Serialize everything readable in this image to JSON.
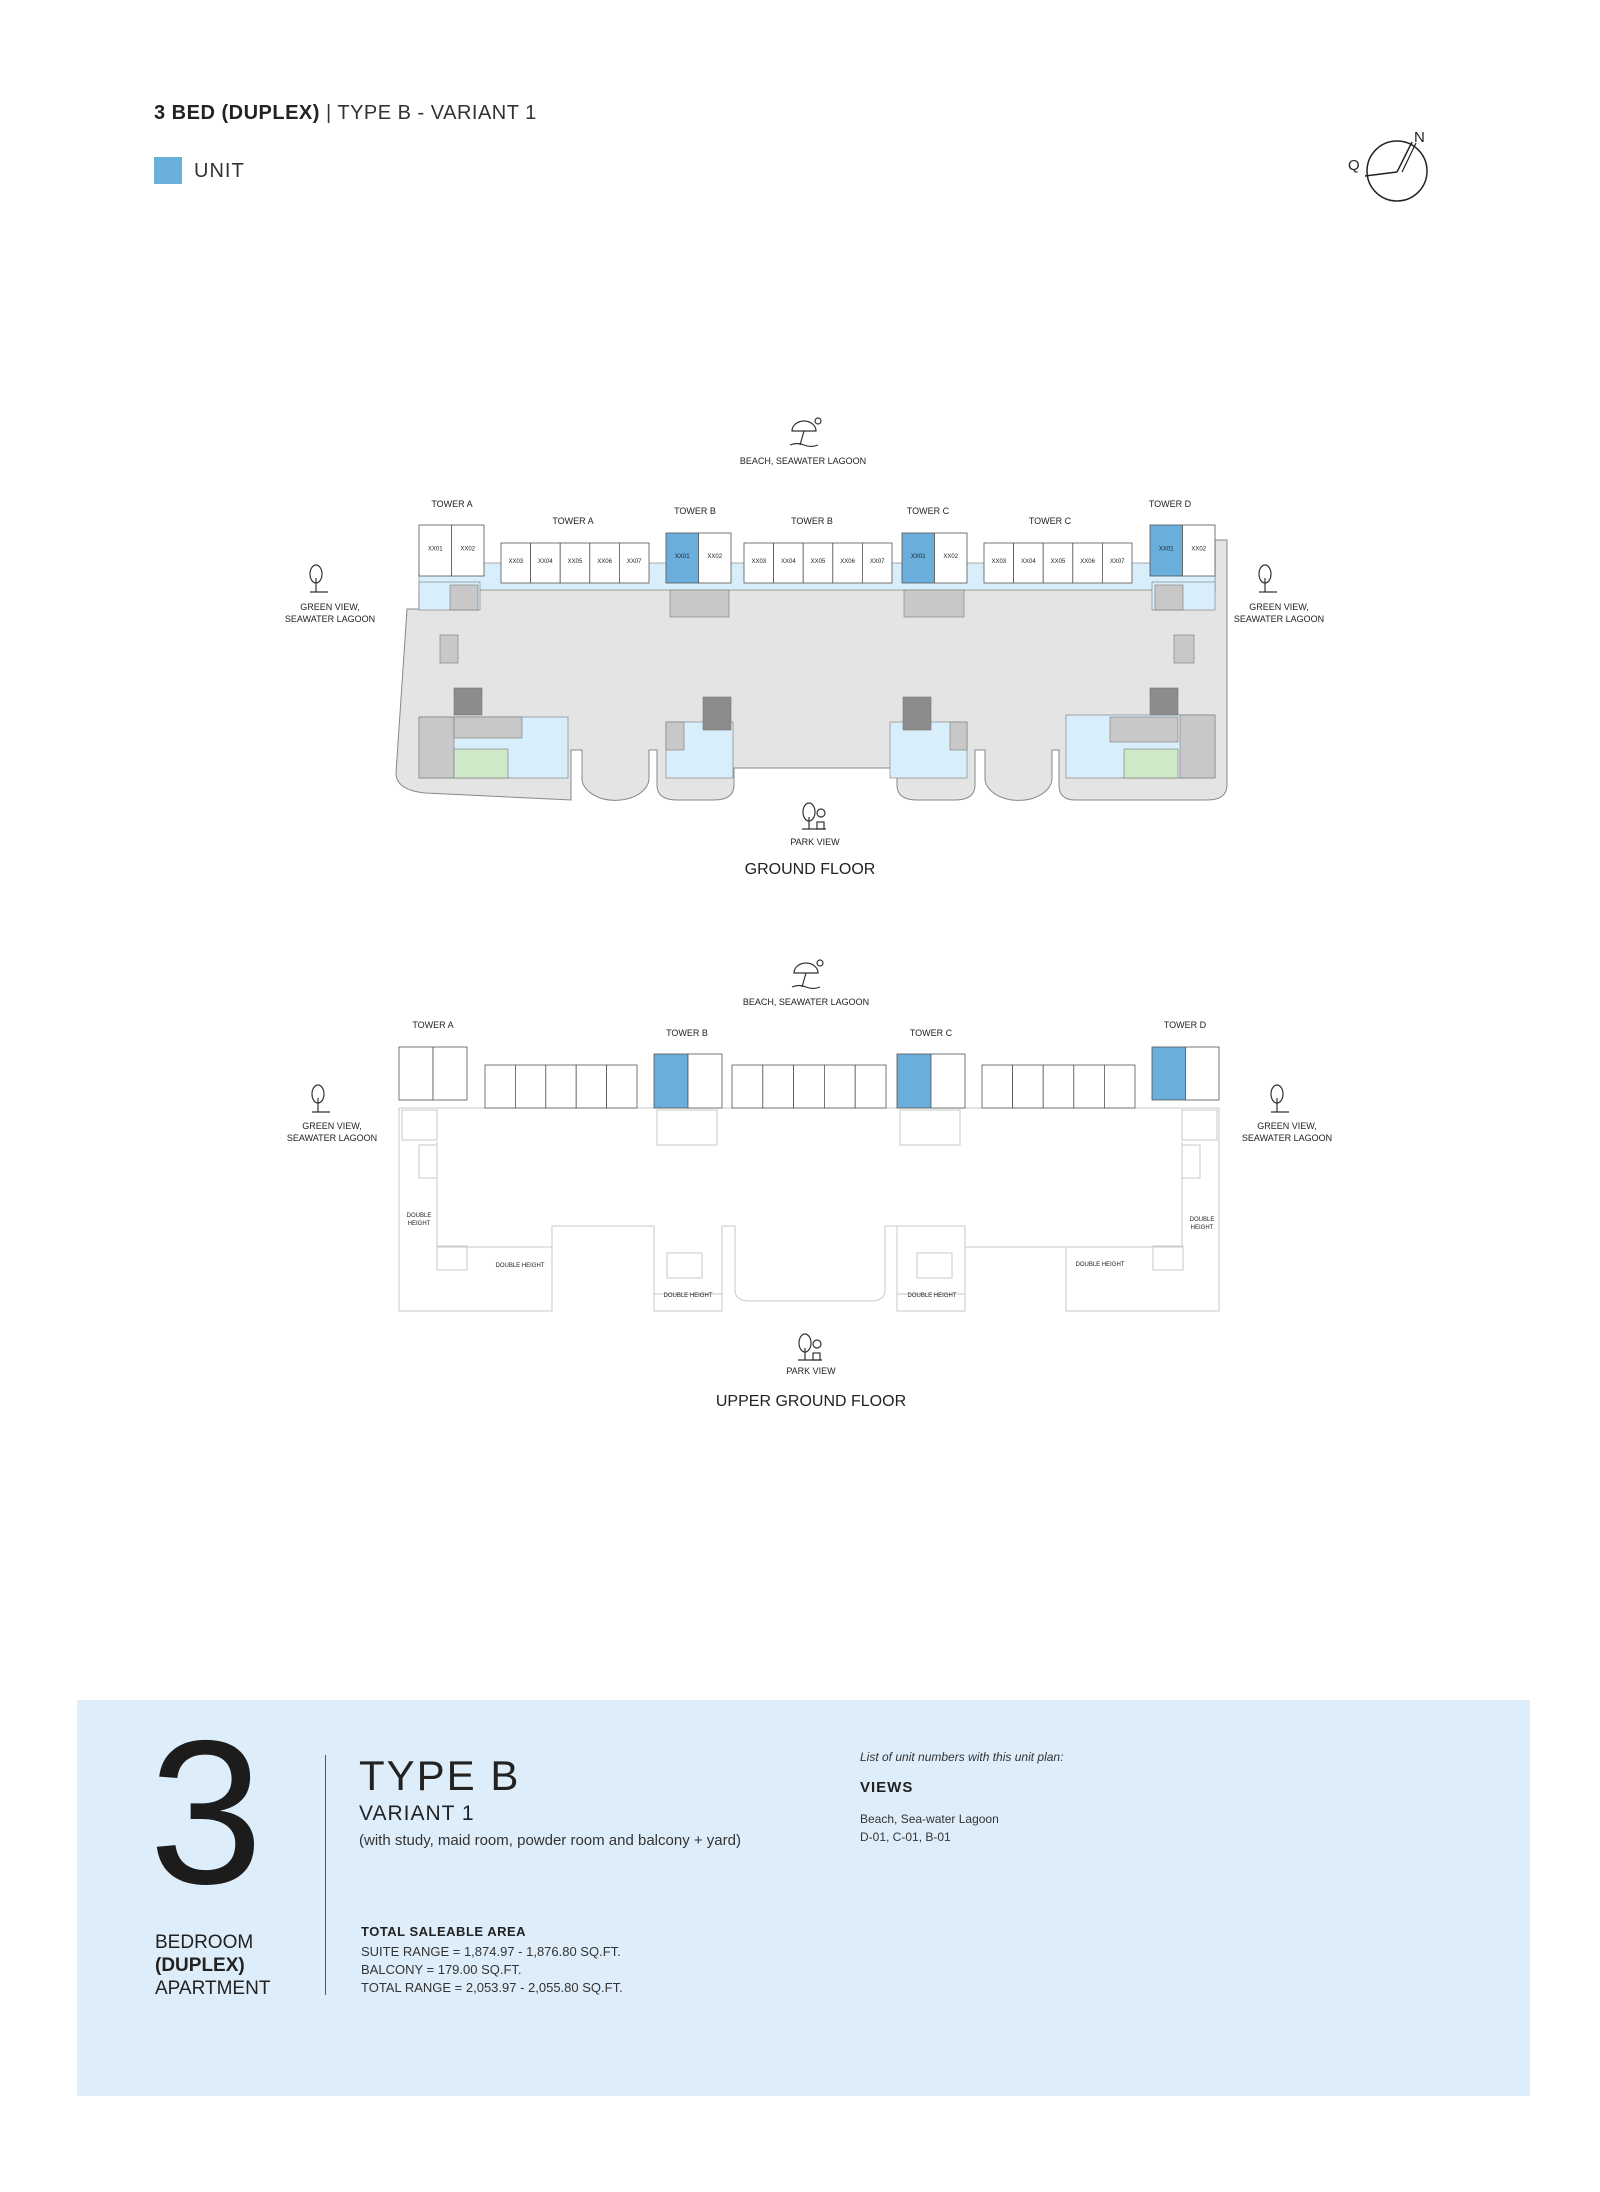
{
  "header": {
    "title_bold": "3 BED (DUPLEX)",
    "title_sep": " | ",
    "title_rest": "TYPE B - VARIANT 1",
    "legend_label": "UNIT",
    "compass_n": "N",
    "compass_q": "Q"
  },
  "colors": {
    "unit": "#6aaedc",
    "panel": "#ddeefa",
    "corridor": "#d9eefb",
    "podium": "#e4e4e4",
    "grey_room": "#c8c8c8",
    "dark_room": "#8c8c8c",
    "green_room": "#cfe8c8"
  },
  "ground_floor": {
    "title": "GROUND FLOOR",
    "top_view": "BEACH, SEAWATER LAGOON",
    "side_view_line1": "GREEN VIEW,",
    "side_view_line2": "SEAWATER LAGOON",
    "bottom_view": "PARK VIEW",
    "tower_labels": [
      "TOWER A",
      "TOWER A",
      "TOWER B",
      "TOWER B",
      "TOWER C",
      "TOWER C",
      "TOWER D"
    ],
    "pair_units": [
      "XX01",
      "XX02"
    ],
    "row_units": [
      "XX03",
      "XX04",
      "XX05",
      "XX06",
      "XX07"
    ]
  },
  "upper_ground_floor": {
    "title": "UPPER GROUND FLOOR",
    "top_view": "BEACH, SEAWATER LAGOON",
    "side_view_line1": "GREEN VIEW,",
    "side_view_line2": "SEAWATER LAGOON",
    "bottom_view": "PARK VIEW",
    "tower_labels": [
      "TOWER A",
      "TOWER B",
      "TOWER C",
      "TOWER D"
    ],
    "double_height": "DOUBLE HEIGHT",
    "double_line1": "DOUBLE",
    "double_line2": "HEIGHT"
  },
  "panel": {
    "bedrooms": "3",
    "bedroom_line1": "BEDROOM",
    "bedroom_line2": "(DUPLEX)",
    "bedroom_line3": "APARTMENT",
    "type": "TYPE B",
    "variant": "VARIANT 1",
    "features": "(with study, maid room, powder room and balcony + yard)",
    "area_heading": "TOTAL SALEABLE AREA",
    "suite_range": "SUITE RANGE = 1,874.97 - 1,876.80 SQ.FT.",
    "balcony": "BALCONY = 179.00 SQ.FT.",
    "total_range": "TOTAL RANGE = 2,053.97 - 2,055.80 SQ.FT.",
    "list_caption": "List of unit numbers with this unit plan:",
    "views_heading": "VIEWS",
    "views_value": "Beach, Sea-water Lagoon",
    "unit_numbers": "D-01, C-01, B-01"
  }
}
